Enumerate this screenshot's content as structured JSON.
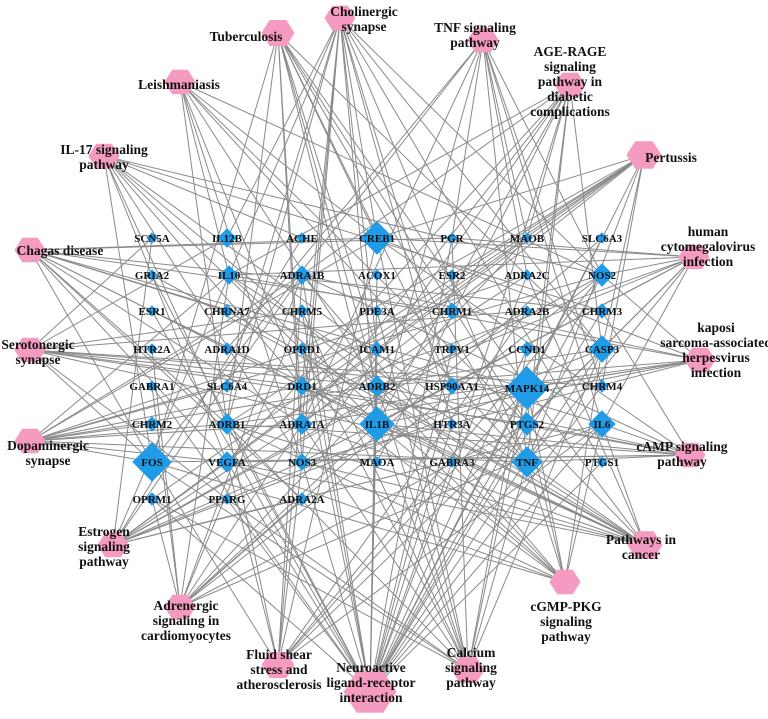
{
  "colors": {
    "pathway": "#f59ac0",
    "target": "#1f9be8",
    "edge": "#8a8a8a"
  },
  "pathways": [
    {
      "id": "tuberculosis",
      "lines": [
        "Tuberculosis"
      ]
    },
    {
      "id": "cholinergic",
      "lines": [
        "Cholinergic",
        "synapse"
      ]
    },
    {
      "id": "tnf-pathway",
      "lines": [
        "TNF signaling",
        "pathway"
      ]
    },
    {
      "id": "age-rage",
      "lines": [
        "AGE-RAGE",
        "signaling",
        "pathway in",
        "diabetic",
        "complications"
      ]
    },
    {
      "id": "leishmaniasis",
      "lines": [
        "Leishmaniasis"
      ]
    },
    {
      "id": "il17",
      "lines": [
        "IL-17 signaling",
        "pathway"
      ]
    },
    {
      "id": "pertussis",
      "lines": [
        "Pertussis"
      ]
    },
    {
      "id": "chagas",
      "lines": [
        "Chagas disease"
      ]
    },
    {
      "id": "cytomegalovirus",
      "lines": [
        "human",
        "cytomegalovirus",
        "infection"
      ]
    },
    {
      "id": "serotonergic",
      "lines": [
        "Serotonergic",
        "synapse"
      ]
    },
    {
      "id": "kaposi",
      "lines": [
        "kaposi",
        "sarcoma-associated",
        "herpesvirus",
        "infection"
      ]
    },
    {
      "id": "dopaminergic",
      "lines": [
        "Dopaminergic",
        "synapse"
      ]
    },
    {
      "id": "camp",
      "lines": [
        "cAMP signaling",
        "pathway"
      ]
    },
    {
      "id": "estrogen",
      "lines": [
        "Estrogen",
        "signaling",
        "pathway"
      ]
    },
    {
      "id": "cancer",
      "lines": [
        "Pathways in",
        "cancer"
      ]
    },
    {
      "id": "adrenergic",
      "lines": [
        "Adrenergic",
        "signaling in",
        "cardiomyocytes"
      ]
    },
    {
      "id": "cgmp",
      "lines": [
        "cGMP-PKG",
        "signaling",
        "pathway"
      ]
    },
    {
      "id": "fluid-shear",
      "lines": [
        "Fluid shear",
        "stress and",
        "atherosclerosis"
      ]
    },
    {
      "id": "neuroactive",
      "lines": [
        "Neuroactive",
        "ligand-receptor",
        "interaction"
      ]
    },
    {
      "id": "calcium",
      "lines": [
        "Calcium",
        "signaling",
        "pathway"
      ]
    }
  ],
  "targets": [
    "SCN5A",
    "IL12B",
    "ACHE",
    "CREB1",
    "PGR",
    "MAOB",
    "SLC6A3",
    "GRIA2",
    "IL10",
    "ADRA1B",
    "ACOX1",
    "ESR2",
    "ADRA2C",
    "NOS2",
    "ESR1",
    "CHRNA7",
    "CHRM5",
    "PDE3A",
    "CHRM1",
    "ADRA2B",
    "CHRM3",
    "HTR2A",
    "ADRA1D",
    "OPRD1",
    "ICAM1",
    "TRPV1",
    "CCND1",
    "CASP3",
    "GABRA1",
    "SLC6A4",
    "DRD1",
    "ADRB2",
    "HSP90AA1",
    "MAPK14",
    "CHRM4",
    "CHRM2",
    "ADRB1",
    "ADRA1A",
    "IL1B",
    "HTR3A",
    "PTGS2",
    "IL6",
    "FOS",
    "VEGFA",
    "NOS3",
    "MAOA",
    "GABRA3",
    "TNF",
    "PTGS1",
    "OPRM1",
    "PPARG",
    "ADRA2A"
  ]
}
